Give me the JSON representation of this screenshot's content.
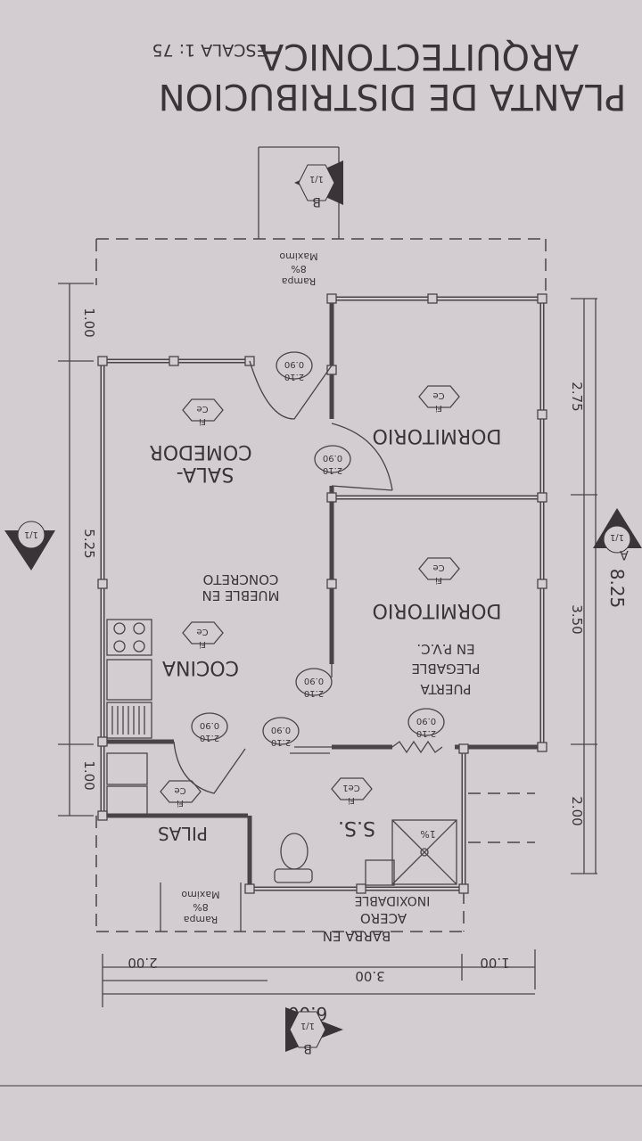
{
  "title": {
    "line1": "PLANTA DE DISTRIBUCION",
    "line2": "ARQUITECTONICA",
    "scale": "ESCALA 1: 75"
  },
  "rooms": {
    "sala": [
      "SALA-",
      "COMEDOR"
    ],
    "dormitorio1": "DORMITORIO",
    "dormitorio2": "DORMITORIO",
    "cocina": "COCINA",
    "ss": "S.S.",
    "pilas": "PILAS"
  },
  "notes": {
    "mueble": [
      "MUEBLE EN",
      "CONCRETO"
    ],
    "puerta": [
      "PUERTA",
      "PLEGABLE",
      "EN P.V.C."
    ],
    "barra": [
      "BARRA EN",
      "ACERO",
      "INOXIDABLE"
    ],
    "rampa": [
      "Rampa",
      "8%",
      "Maximo"
    ],
    "slope": "1%"
  },
  "finish_tag": {
    "top": "Fi",
    "bottom": "Ce",
    "alt_bottom": "Ce1"
  },
  "door_tag": {
    "height": "2.10",
    "width": "0.90"
  },
  "dimensions": {
    "left": [
      "1.00",
      "5.25",
      "1.00"
    ],
    "right": [
      "2.75",
      "3.50",
      "2.00"
    ],
    "right_total": "8.25",
    "bottom": [
      "2.00",
      "3.00",
      "1.00"
    ],
    "bottom_total": "6.00"
  },
  "section_markers": {
    "a": {
      "letter": "A",
      "sheet": "1/1"
    },
    "b": {
      "letter": "B",
      "sheet": "1/1"
    }
  },
  "colors": {
    "paper": "#d3ccd0",
    "ink": "#4a4347"
  }
}
